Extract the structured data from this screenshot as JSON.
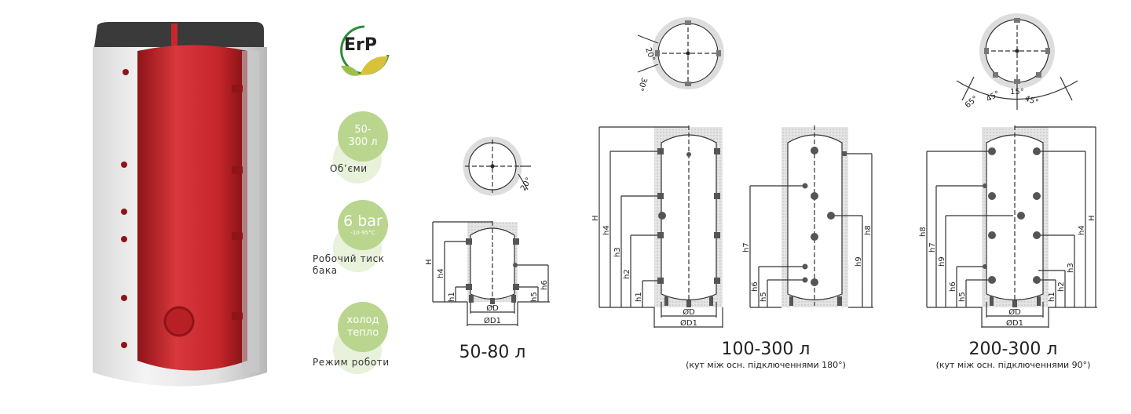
{
  "logo": {
    "text": "ErP"
  },
  "features": [
    {
      "value_lines": [
        "50-",
        "300 л"
      ],
      "label": "Об’єми"
    },
    {
      "value_lines": [
        "6 bar",
        "-10-95°C"
      ],
      "label_lines": [
        "Робочий тиск",
        "бака"
      ]
    },
    {
      "value_lines": [
        "холод",
        "тепло"
      ],
      "label": "Режим роботи"
    }
  ],
  "diagrams": [
    {
      "caption": "50-80 л",
      "angles": [
        "20°"
      ],
      "dims": [
        "H",
        "h4",
        "h1",
        "h6",
        "h5",
        "ØD",
        "ØD1"
      ]
    },
    {
      "caption": "100-300 л",
      "subcaption": "(кут між осн. підключеннями 180°)",
      "angles": [
        "20°",
        "30°"
      ],
      "dims": [
        "H",
        "h4",
        "h3",
        "h2",
        "h1",
        "ØD",
        "ØD1",
        "h7",
        "h6",
        "h5",
        "h8",
        "h9"
      ]
    },
    {
      "caption": "200-300 л",
      "subcaption": "(кут між осн. підключеннями 90°)",
      "angles": [
        "15°",
        "45°",
        "45°",
        "65°"
      ],
      "dims": [
        "h8",
        "h7",
        "h9",
        "h6",
        "h5",
        "H",
        "h4",
        "h3",
        "h2",
        "h1",
        "ØD",
        "ØD1"
      ]
    }
  ],
  "colors": {
    "tank_red": "#c8262c",
    "accent_green": "#b9d58e",
    "light_green": "#e8f1da"
  }
}
